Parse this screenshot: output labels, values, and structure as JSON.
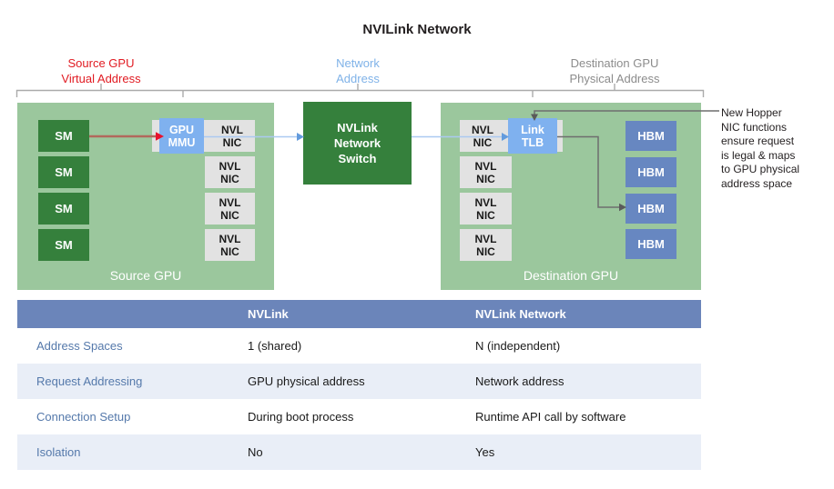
{
  "title": "NVILink Network",
  "colors": {
    "gpu_block_green": "#9bc79d",
    "dark_green": "#35803c",
    "light_blue_box": "#7fb1ef",
    "gray_box": "#e2e2e2",
    "hbm_blue": "#6787c1",
    "table_header_blue": "#6b85ba",
    "table_alt_row": "#e9eef7",
    "row_label_blue": "#5579ab",
    "source_label_red": "#e11b22",
    "network_label_blue": "#7fb2e8",
    "dest_label_gray": "#8c8c8c",
    "red_arrow": "#e8112d",
    "blue_arrow": "#639bdd",
    "gray_connector": "#6e6e6e"
  },
  "address_labels": {
    "source": "Source GPU\nVirtual Address",
    "network": "Network\nAddress",
    "destination": "Destination GPU\nPhysical Address"
  },
  "source_gpu": {
    "caption": "Source GPU",
    "sm_label": "SM",
    "gpu_mmu_label": "GPU\nMMU",
    "nvl_nic_label": "NVL\nNIC"
  },
  "switch": {
    "label": "NVLink\nNetwork\nSwitch"
  },
  "destination_gpu": {
    "caption": "Destination GPU",
    "nvl_nic_label": "NVL\nNIC",
    "link_tlb_label": "Link\nTLB",
    "hbm_label": "HBM"
  },
  "annotation": "New Hopper\nNIC functions\nensure request\nis legal & maps\nto GPU physical\naddress space",
  "table": {
    "columns": [
      "",
      "NVLink",
      "NVLink Network"
    ],
    "rows": [
      {
        "label": "Address Spaces",
        "nvlink": "1 (shared)",
        "nvlink_network": "N (independent)"
      },
      {
        "label": "Request Addressing",
        "nvlink": "GPU physical address",
        "nvlink_network": "Network address"
      },
      {
        "label": "Connection Setup",
        "nvlink": "During boot process",
        "nvlink_network": "Runtime API call by software"
      },
      {
        "label": "Isolation",
        "nvlink": "No",
        "nvlink_network": "Yes"
      }
    ]
  }
}
